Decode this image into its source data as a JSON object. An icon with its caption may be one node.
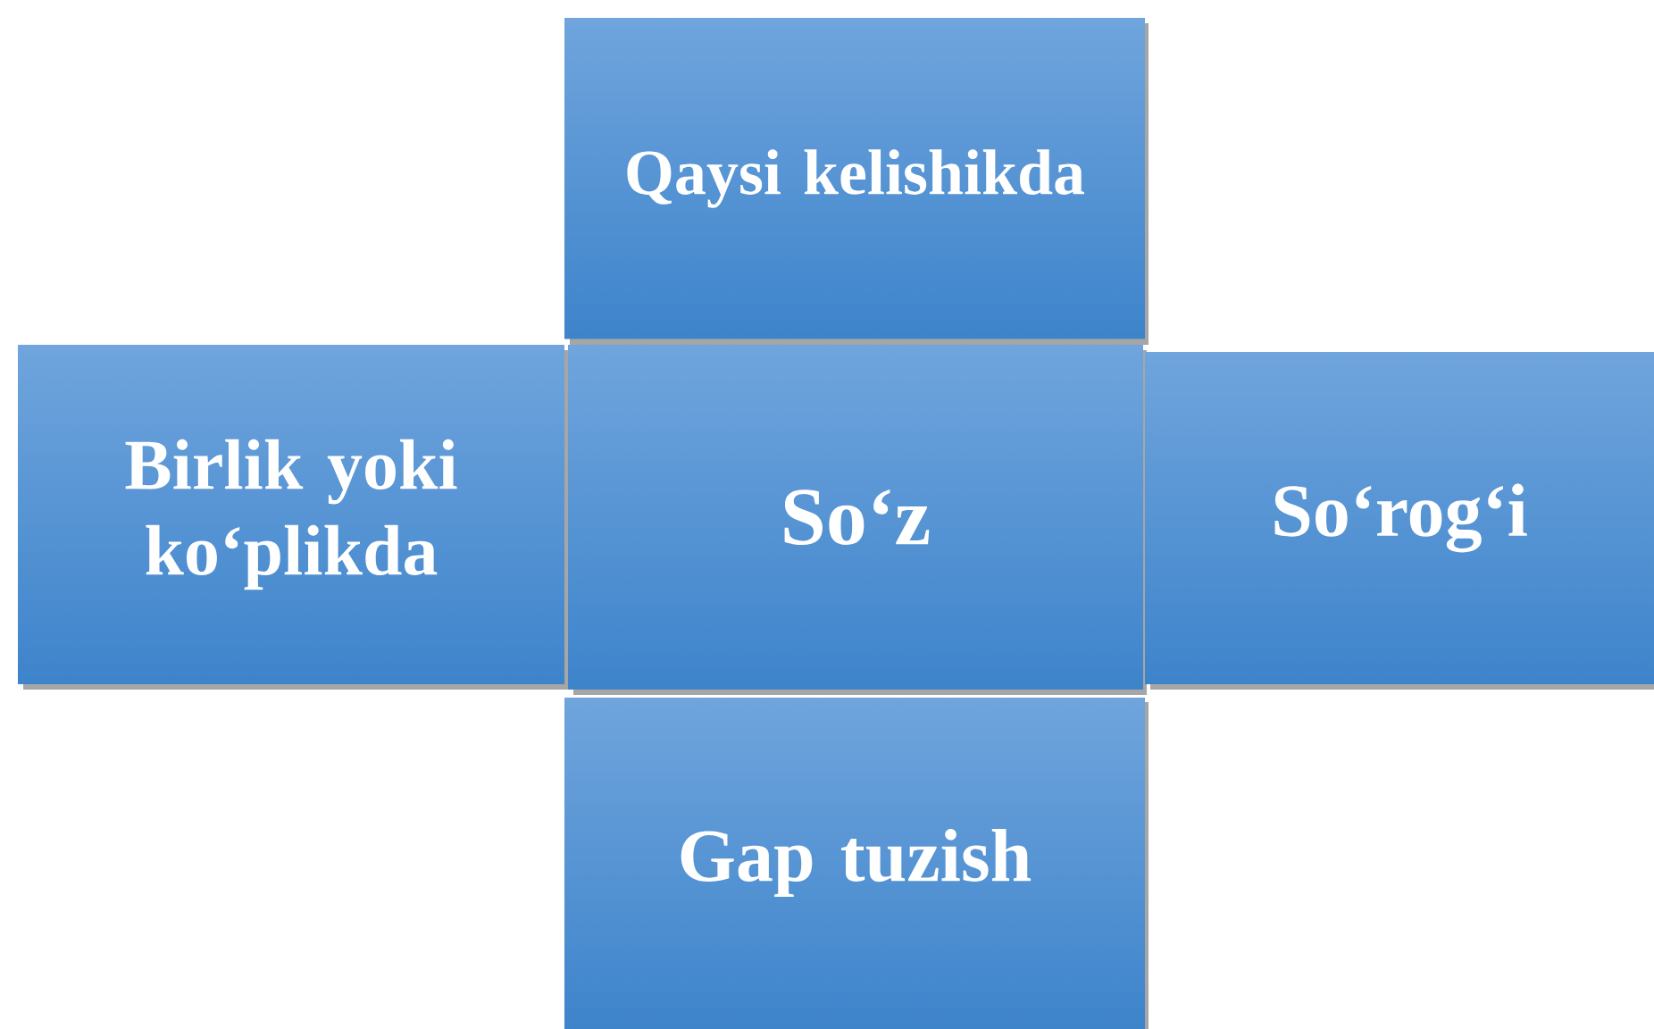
{
  "diagram": {
    "nodes": [
      {
        "text": [
          "Qaysi kelishikda"
        ]
      },
      {
        "text": [
          "Birlik yoki ko‘plikda"
        ]
      },
      {
        "text": [
          "So‘z"
        ]
      },
      {
        "text": [
          "So‘rog‘i"
        ]
      },
      {
        "text": [
          "Gap tuzish"
        ]
      }
    ]
  }
}
